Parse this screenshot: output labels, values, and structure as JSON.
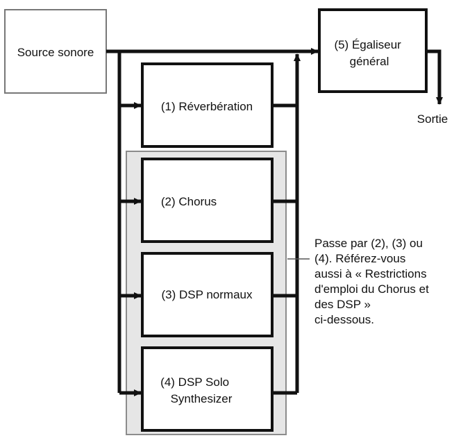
{
  "nodes": {
    "source": {
      "label": "Source sonore"
    },
    "equalizer": {
      "label_lines": [
        "(5) Égaliseur",
        "général"
      ]
    },
    "output": {
      "label": "Sortie"
    },
    "reverb": {
      "label": "(1) Réverbération"
    },
    "chorus": {
      "label": "(2) Chorus"
    },
    "dsp_normal": {
      "label": "(3) DSP normaux"
    },
    "dsp_solo": {
      "label_lines": [
        "(4) DSP Solo",
        "Synthesizer"
      ]
    }
  },
  "annotation": {
    "lines": [
      "Passe par (2), (3) ou",
      "(4). Référez-vous",
      "aussi à « Restrictions",
      "d'emploi du Chorus et",
      "des DSP »",
      "ci-dessous."
    ]
  },
  "colors": {
    "line": "#111111",
    "group_fill": "#e6e6e6",
    "group_stroke": "#8c8c8c",
    "source_stroke": "#777777"
  }
}
